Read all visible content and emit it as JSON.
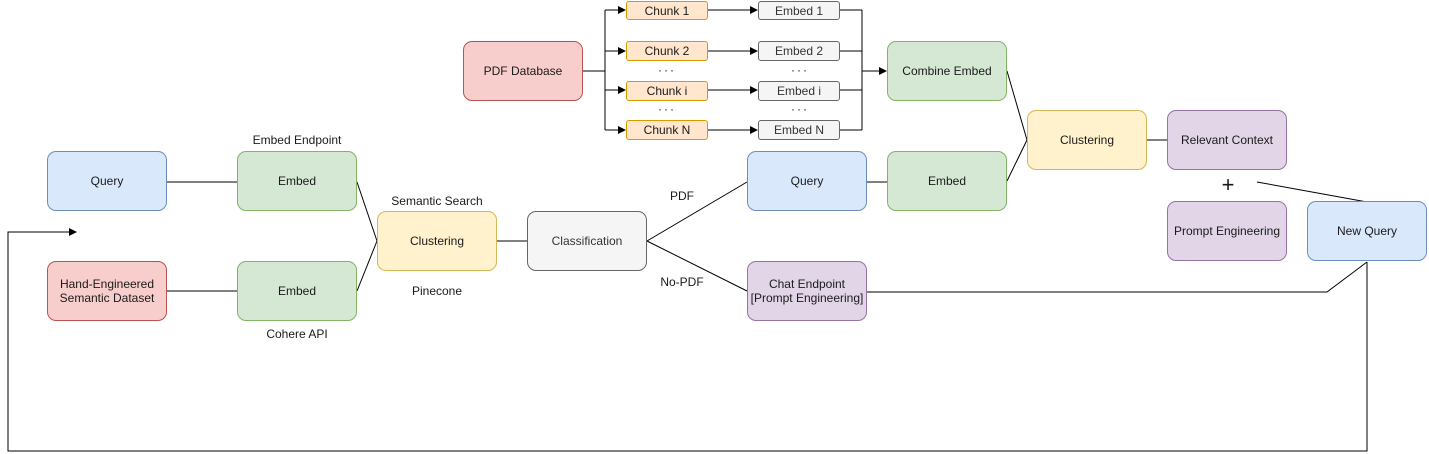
{
  "nodes": {
    "pdf_database": "PDF Database",
    "chunk_1": "Chunk 1",
    "chunk_2": "Chunk 2",
    "chunk_i": "Chunk i",
    "chunk_n": "Chunk N",
    "embed_1": "Embed 1",
    "embed_2": "Embed 2",
    "embed_i": "Embed i",
    "embed_n": "Embed N",
    "combine_embed": "Combine Embed",
    "clustering_right": "Clustering",
    "relevant_context": "Relevant Context",
    "prompt_engineering": "Prompt Engineering",
    "new_query": "New Query",
    "query_left": "Query",
    "embed_query": "Embed",
    "hand_engineered_dataset": "Hand-Engineered\nSemantic Dataset",
    "embed_dataset": "Embed",
    "clustering_center": "Clustering",
    "classification": "Classification",
    "query_pdf": "Query",
    "embed_pdf_query": "Embed",
    "chat_endpoint": "Chat Endpoint\n[Prompt Engineering]"
  },
  "labels": {
    "embed_endpoint": "Embed Endpoint",
    "cohere_api": "Cohere API",
    "semantic_search": "Semantic Search",
    "pinecone": "Pinecone",
    "pdf_branch": "PDF",
    "no_pdf_branch": "No-PDF",
    "ellipsis": "···",
    "plus": "+"
  },
  "colors": {
    "blue_fill": "#dae8fc",
    "blue_stroke": "#6c8ebf",
    "green_fill": "#d5e8d4",
    "green_stroke": "#82b366",
    "red_fill": "#f8cecc",
    "red_stroke": "#b85450",
    "yellow_fill": "#fff2cc",
    "yellow_stroke": "#d6b656",
    "orange_fill": "#ffe6cc",
    "orange_stroke": "#d79b00",
    "gray_fill": "#f5f5f5",
    "gray_stroke": "#666666",
    "purple_fill": "#e1d5e7",
    "purple_stroke": "#9673a6",
    "edge": "#000000"
  }
}
